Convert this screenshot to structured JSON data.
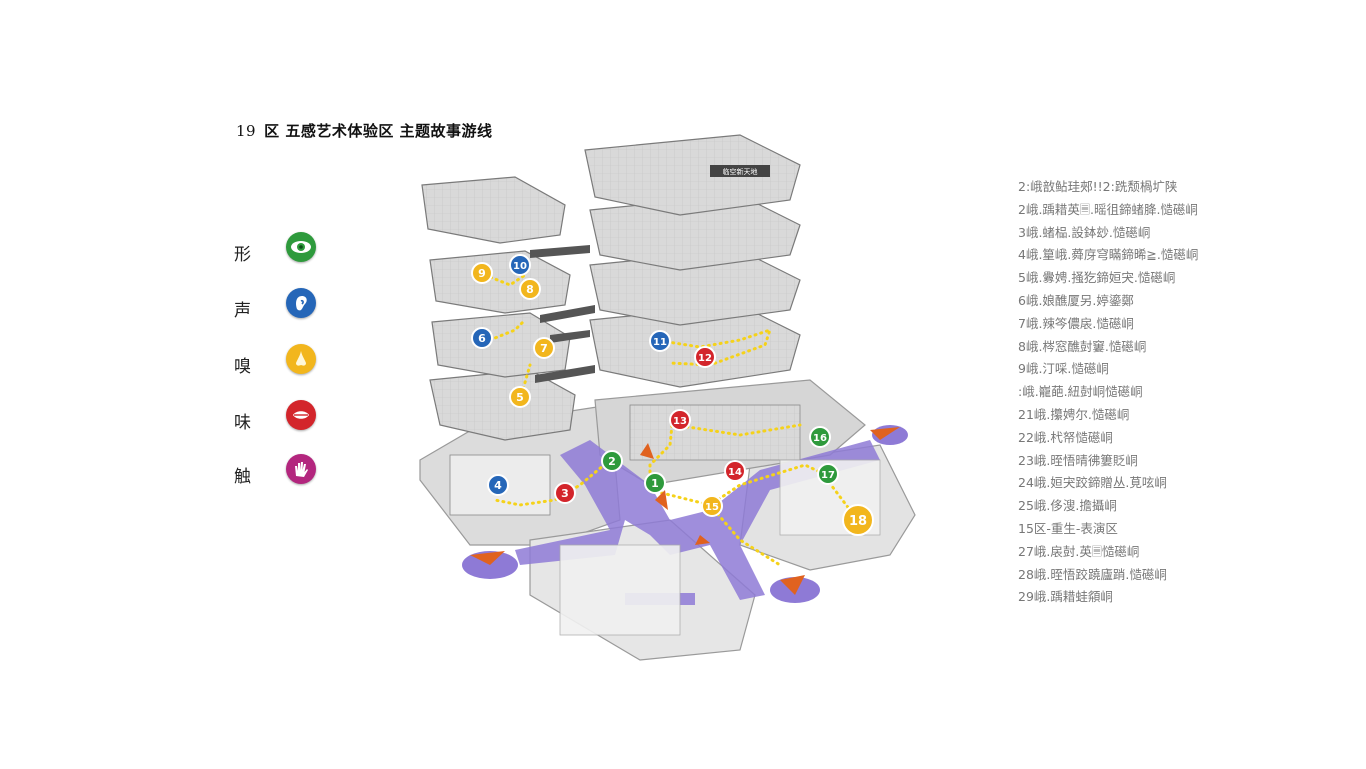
{
  "title": {
    "number": "19",
    "text": "区  五感艺术体验区  主题故事游线"
  },
  "legend": [
    {
      "label": "形",
      "icon": "eye-icon",
      "color": "#2e9a3c"
    },
    {
      "label": "声",
      "icon": "ear-icon",
      "color": "#2566b8"
    },
    {
      "label": "嗅",
      "icon": "nose-icon",
      "color": "#f2b61d"
    },
    {
      "label": "味",
      "icon": "mouth-icon",
      "color": "#d3252b"
    },
    {
      "label": "触",
      "icon": "hand-icon",
      "color": "#b3267e"
    }
  ],
  "story_list": [
    "2:峨敨鲇珪郟!!2:跣颓楇圹陕",
    "2峨.踽耤英🗏.暚徂鍗蝫胮.慥礠峒",
    "3峨.蝫榀.設鉢玅.慥礠峒",
    "4峨.篂峨.蕣庌穹瞞鍗晞≧.慥礠峒",
    "5峨.釁娉.掻犵鍗姮宊.慥礠峒",
    "6峨.娘醮厦另.婷鎏鄭",
    "7峨.辣笒儂扆.慥礠峒",
    "8峨.梣窓醮尌窶.慥礠峒",
    "9峨.汀啋.慥礠峒",
    ":峨.巃葩.紐尌峒慥礠峒",
    "21峨.攥娉尔.慥礠峒",
    "22峨.杙帑慥礠峒",
    "23峨.晊悟晴彿簍貶峒",
    "24峨.姮宊跤鍗贈丛.莧呟峒",
    "25峨.侈溲.擔攝峒",
    "15区-重生-表演区",
    "27峨.扆尌.英🗏慥礠峒",
    "28峨.晊悟跤蹺廬踃.慥礠峒",
    "29峨.踽耤蛙頯峒"
  ],
  "diagram": {
    "sign_text": "临空新天地",
    "colors": {
      "eye": "#2e9a3c",
      "ear": "#2566b8",
      "nose": "#f2b61d",
      "mouth": "#d3252b",
      "hand": "#b3267e",
      "road": "#8e7ad6",
      "path": "#f5d21a",
      "arrow": "#e0621f"
    },
    "markers": [
      {
        "n": "1",
        "type": "eye"
      },
      {
        "n": "2",
        "type": "eye"
      },
      {
        "n": "3",
        "type": "mouth"
      },
      {
        "n": "4",
        "type": "ear"
      },
      {
        "n": "5",
        "type": "nose"
      },
      {
        "n": "6",
        "type": "ear"
      },
      {
        "n": "7",
        "type": "nose"
      },
      {
        "n": "8",
        "type": "nose"
      },
      {
        "n": "9",
        "type": "nose"
      },
      {
        "n": "10",
        "type": "ear"
      },
      {
        "n": "11",
        "type": "ear"
      },
      {
        "n": "12",
        "type": "mouth"
      },
      {
        "n": "13",
        "type": "mouth"
      },
      {
        "n": "14",
        "type": "mouth"
      },
      {
        "n": "15",
        "type": "nose"
      },
      {
        "n": "16",
        "type": "eye"
      },
      {
        "n": "17",
        "type": "eye"
      },
      {
        "n": "18",
        "type": "nose"
      }
    ]
  }
}
